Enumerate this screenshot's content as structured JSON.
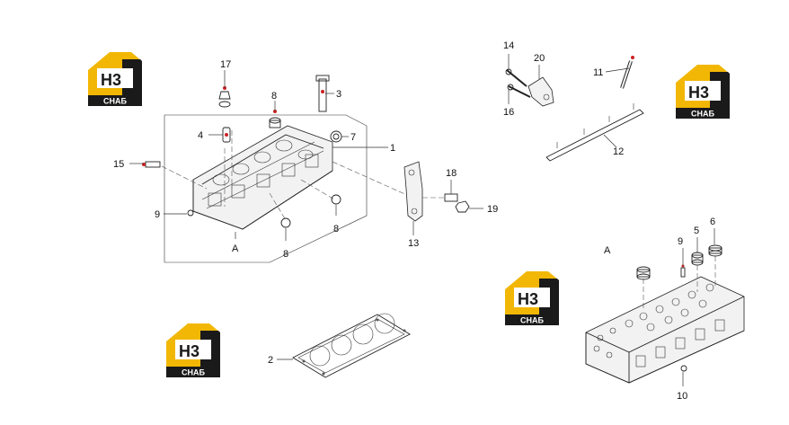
{
  "logos": [
    {
      "id": "logo-1",
      "letters": "H3",
      "caption": "СНАБ"
    },
    {
      "id": "logo-2",
      "letters": "H3",
      "caption": "СНАБ"
    },
    {
      "id": "logo-3",
      "letters": "H3",
      "caption": "СНАБ"
    },
    {
      "id": "logo-4",
      "letters": "H3",
      "caption": "СНАБ"
    }
  ],
  "colors": {
    "logo_gold": "#f2b705",
    "logo_dark": "#1a1a1a",
    "line": "#222222",
    "marker": "#cc2222"
  },
  "callouts": {
    "c1": "1",
    "c2": "2",
    "c3": "3",
    "c4": "4",
    "c5": "5",
    "c6": "6",
    "c7": "7",
    "c8a": "8",
    "c8b": "8",
    "c8c": "8",
    "c9a": "9",
    "c9b": "9",
    "c10": "10",
    "c11": "11",
    "c12": "12",
    "c13": "13",
    "c14": "14",
    "c15": "15",
    "c16": "16",
    "c17": "17",
    "c18": "18",
    "c19": "19",
    "c20": "20"
  },
  "view_labels": {
    "main": "A",
    "detail": "A"
  }
}
